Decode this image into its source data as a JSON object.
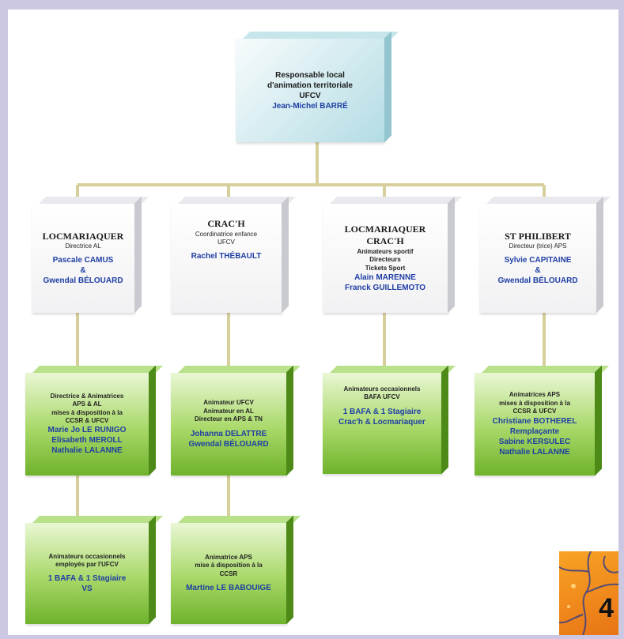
{
  "root": {
    "lines": [
      "Responsable local",
      "d'animation territoriale",
      "UFCV"
    ],
    "name": "Jean-Michel BARRÉ"
  },
  "col1": {
    "l1": {
      "title": "LOCMARIAQUER",
      "role": "Directrice AL",
      "names": [
        "Pascale CAMUS",
        "&",
        "Gwendal BÉLOUARD"
      ]
    },
    "l2": {
      "lines": [
        "Directrice & Animatrices",
        "APS & AL",
        "mises à disposition à la",
        "CCSR & UFCV"
      ],
      "names": [
        "Marie Jo LE RUNIGO",
        "Elisabeth MEROLL",
        "Nathalie LALANNE"
      ]
    },
    "l3": {
      "lines": [
        "Animateurs occasionnels",
        "employés par l'UFCV"
      ],
      "names": [
        "1 BAFA & 1 Stagiaire",
        "VS"
      ]
    }
  },
  "col2": {
    "l1": {
      "title": "CRAC'H",
      "role": "Coordinatrice enfance UFCV",
      "names": [
        "Rachel THÉBAULT"
      ]
    },
    "l2": {
      "lines": [
        "Animateur UFCV",
        "Animateur en AL",
        "Directeur en APS & TN"
      ],
      "names": [
        "Johanna DELATTRE",
        "Gwendal BÉLOUARD"
      ]
    },
    "l3": {
      "lines": [
        "Animatrice APS",
        "mise à disposition à la",
        "CCSR"
      ],
      "names": [
        "Martine LE BABOUIGE"
      ]
    }
  },
  "col3": {
    "l1": {
      "title": "LOCMARIAQUER",
      "title2": "CRAC'H",
      "lines": [
        "Animateurs sportif",
        "Directeurs",
        "Tickets Sport"
      ],
      "names": [
        "Alain MARENNE",
        "Franck GUILLEMOTO"
      ]
    },
    "l2": {
      "lines": [
        "Animateurs occasionnels",
        "BAFA UFCV"
      ],
      "names": [
        "1 BAFA & 1 Stagiaire",
        "Crac'h & Locmariaquer"
      ]
    }
  },
  "col4": {
    "l1": {
      "title": "ST PHILIBERT",
      "role": "Directeur (trice) APS",
      "names": [
        "Sylvie CAPITAINE",
        "&",
        "Gwendal BÉLOUARD"
      ]
    },
    "l2": {
      "lines": [
        "Animatrices APS",
        "mises à disposition à la",
        "CCSR & UFCV"
      ],
      "names": [
        "Christiane BOTHEREL",
        "Remplaçante",
        "Sabine KERSULEC",
        "Nathalie LALANNE"
      ]
    }
  },
  "badge": {
    "number": "4"
  },
  "colors": {
    "frame": "#ccc8e4",
    "connector": "#d6cf9c",
    "name": "#1f3fa3",
    "green": "#8cc63f",
    "root": "#b3dce5",
    "badge": "#f08a1c"
  }
}
